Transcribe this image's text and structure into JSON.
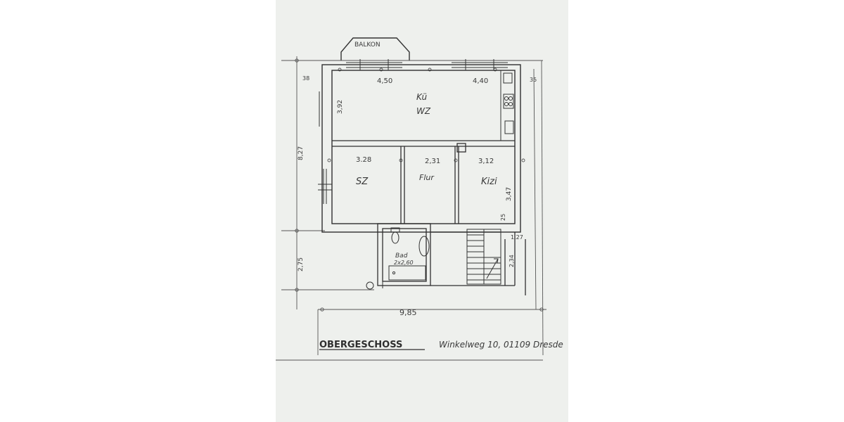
{
  "plan": {
    "balcony": "BALKON",
    "rooms": {
      "kueche": "Kü",
      "wohnzimmer": "WZ",
      "schlafzimmer": "SZ",
      "flur": "Flur",
      "kinderzimmer": "Kizi",
      "bad": "Bad",
      "bad_size": "2x2,60"
    },
    "dimensions": {
      "kitchen_width": "4,50",
      "living_width": "4,40",
      "left_margin": "38",
      "right_margin": "35",
      "kitchen_depth": "3,92",
      "sz_width": "3.28",
      "flur_width": "2,31",
      "kizi_width": "3,12",
      "kizi_depth": "3,47",
      "total_depth": "8,27",
      "lower_depth": "2,75",
      "total_width": "9,85",
      "stair_width": "1,27",
      "stair_depth": "2,34",
      "wall_small": "25"
    },
    "title": "OBERGESCHOSS",
    "address": "Winkelweg 10, 01109 Dresde"
  }
}
